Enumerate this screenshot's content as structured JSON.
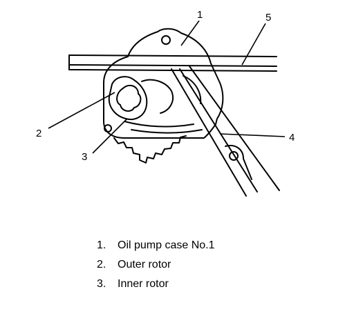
{
  "diagram": {
    "callouts": [
      {
        "number": "1"
      },
      {
        "number": "2"
      },
      {
        "number": "3"
      },
      {
        "number": "4"
      },
      {
        "number": "5"
      }
    ]
  },
  "legend": [
    {
      "number": "1.",
      "label": "Oil pump case No.1"
    },
    {
      "number": "2.",
      "label": "Outer rotor"
    },
    {
      "number": "3.",
      "label": "Inner rotor"
    }
  ]
}
